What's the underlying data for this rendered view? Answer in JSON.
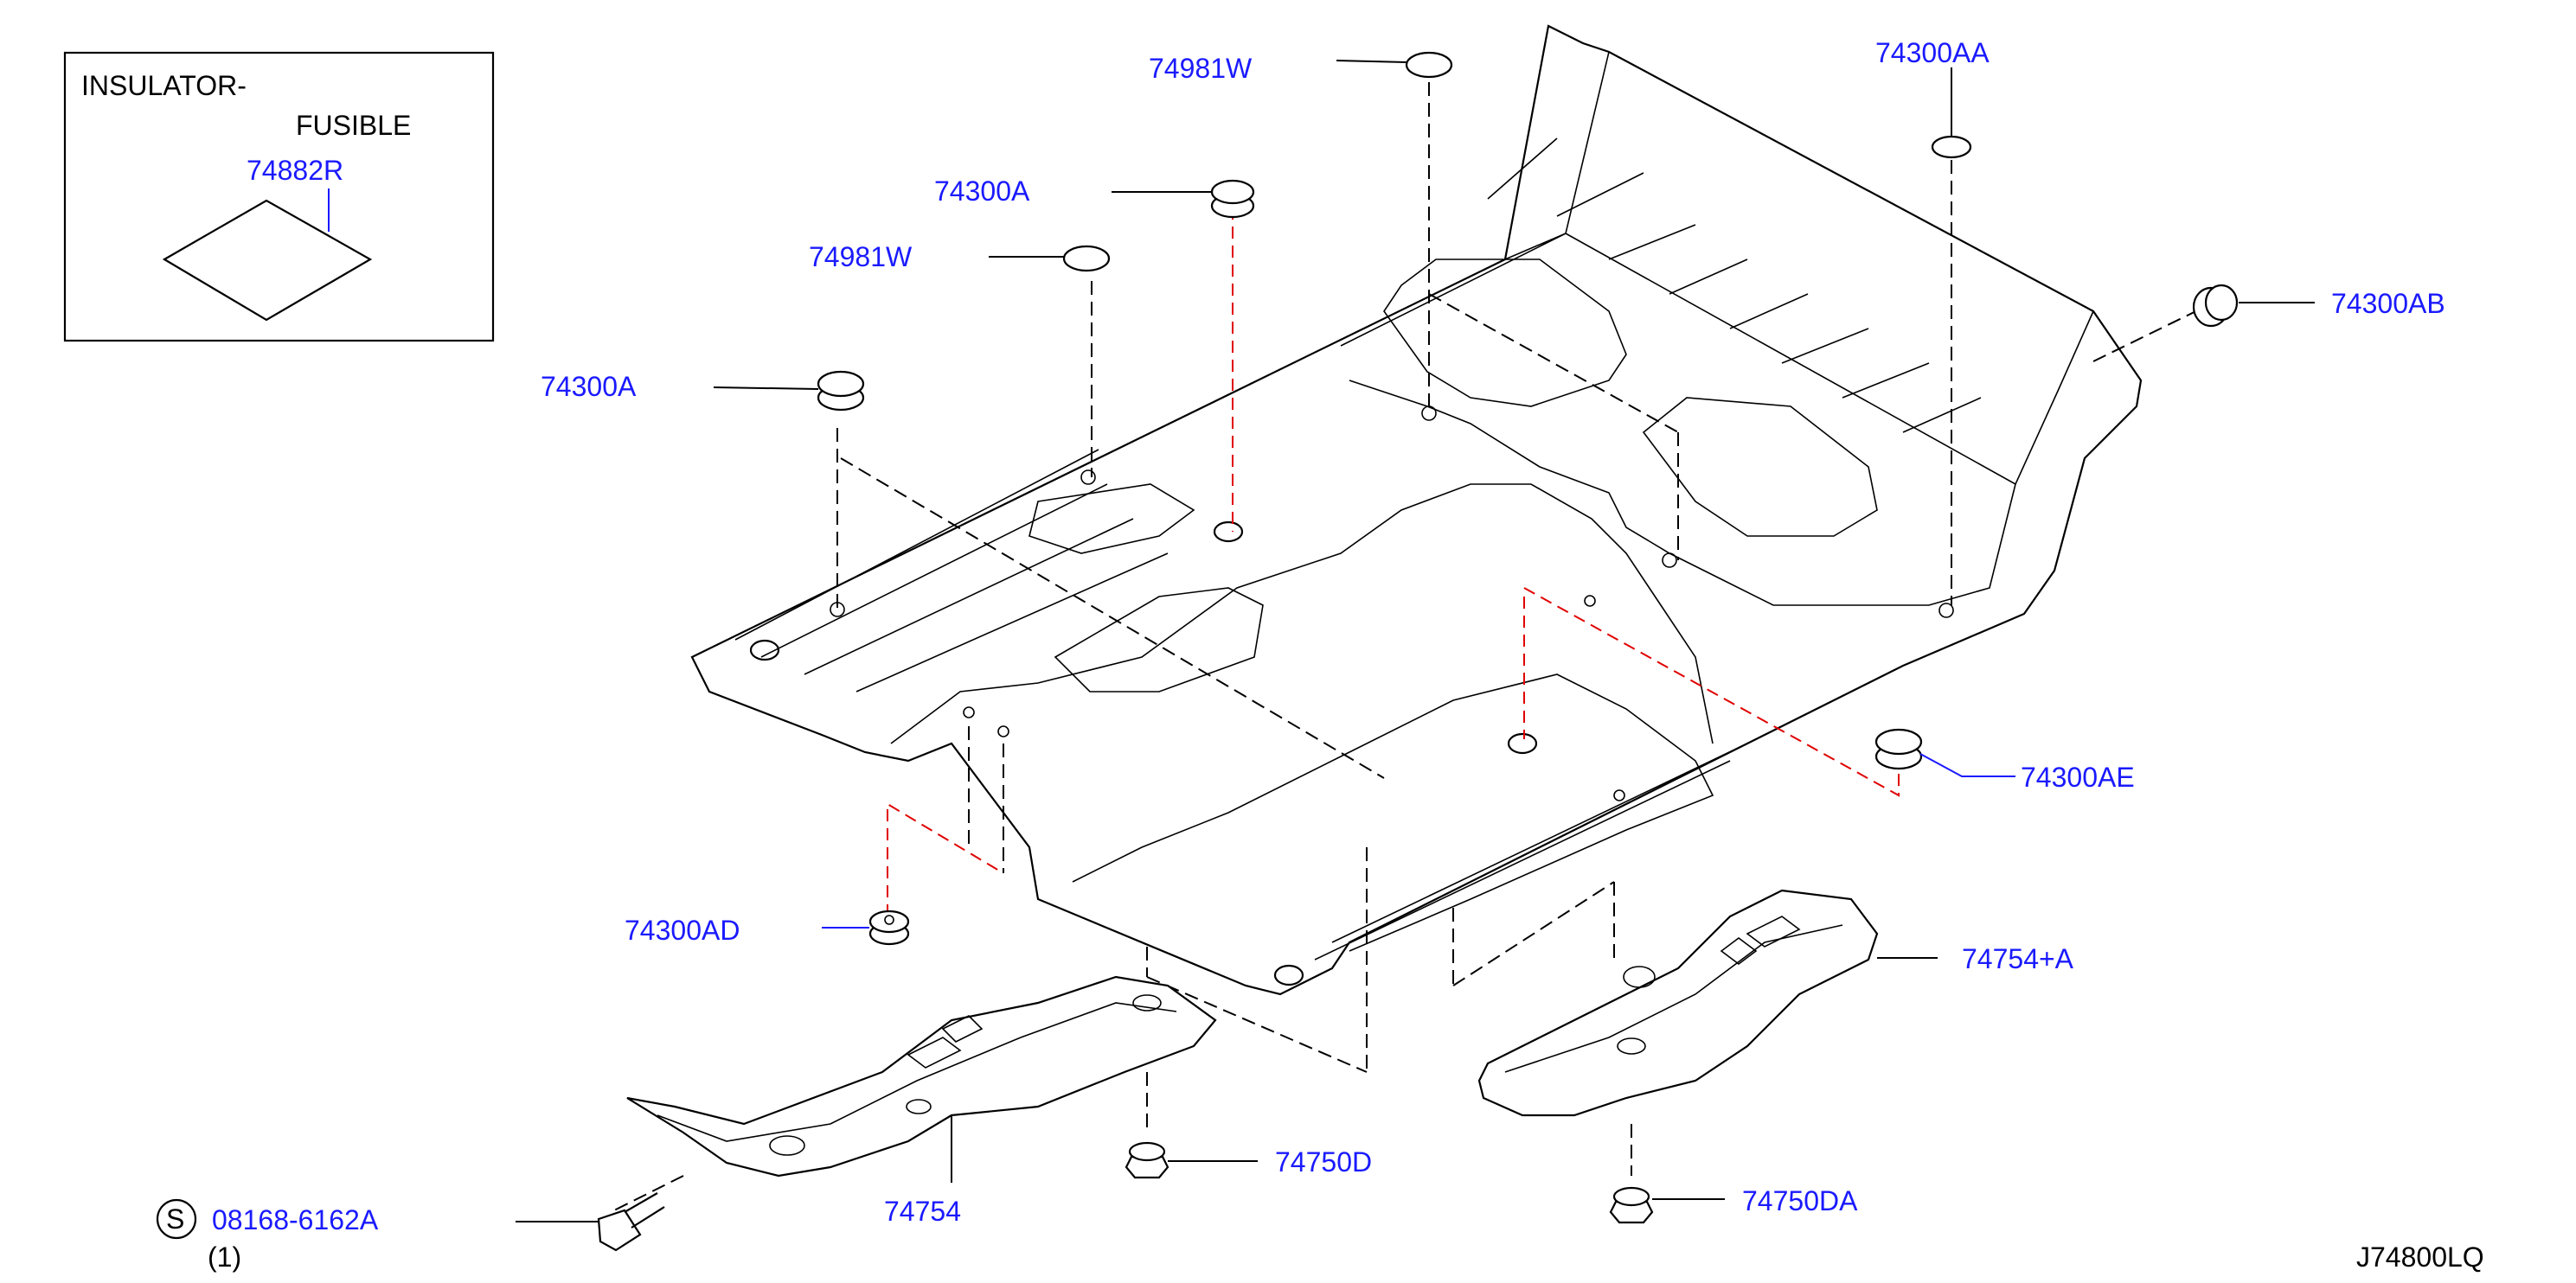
{
  "inset": {
    "title_line1": "INSULATOR-",
    "title_line2": "FUSIBLE",
    "part": "74882R"
  },
  "callouts": {
    "c74981W_top": "74981W",
    "c74300AA": "74300AA",
    "c74300A_upper": "74300A",
    "c74981W_mid": "74981W",
    "c74300AB": "74300AB",
    "c74300A_left": "74300A",
    "c74300AE": "74300AE",
    "c74300AD": "74300AD",
    "c74754A": "74754+A",
    "c74754": "74754",
    "c74750D": "74750D",
    "c74750DA": "74750DA",
    "bolt_symbol": "S",
    "bolt_part": "08168-6162A",
    "bolt_qty": "(1)"
  },
  "diagram_id": "J74800LQ",
  "colors": {
    "callout_text": "#1a1aff",
    "outline": "#000000",
    "red_dash": "#e00000"
  }
}
